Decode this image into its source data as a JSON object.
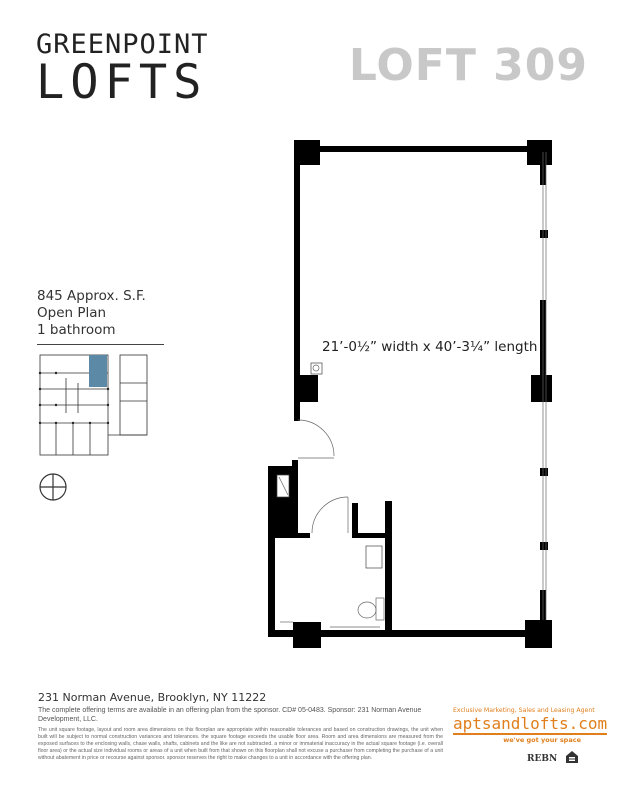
{
  "logo": {
    "line1": "GREENPOINT",
    "line2": "LOFTS"
  },
  "unit_title": "LOFT 309",
  "specs": {
    "area": "845 Approx. S.F.",
    "layout": "Open Plan",
    "bathrooms": "1 bathroom"
  },
  "dimensions": "21’-0½” width x 40’-3¼” length",
  "key_plan": {
    "highlight_color": "#5b89a6"
  },
  "footer": {
    "address": "231 Norman Avenue, Brooklyn, NY 11222",
    "offering": "The complete offering terms are available in an offering plan from the sponsor. CD# 05-0483. Sponsor: 231 Norman Avenue Development, LLC.",
    "disclaimer": "The unit square footage, layout and room area dimensions on this floorplan are appropriate within reasonable tolerances and based on construction drawings, the unit when built will be subject to normal construction variances and tolerances. the square footage exceeds the usable floor area. Room and area dimensions are measured from the exposed surfaces to the enclosing walls, chase walls, shafts, cabinets and the like are not subtracted. a minor or immaterial inaccuracy in the actual square footage (i.e. overall floor area) or the actual size individual rooms or areas of a unit when built from that shown on this floorplan shall not excuse a purchaser from completing the purchase of a unit without abatement in price or recourse against sponsor. sponsor reserves the right to make changes to a unit in accordance with the offering plan."
  },
  "agent": {
    "tagline_top": "Exclusive Marketing, Sales and Leasing Agent",
    "website": "aptsandlofts.com",
    "slogan": "we've got your space",
    "brand_color": "#e07f1c",
    "badges": [
      "REBNY",
      "equal-housing-icon"
    ]
  }
}
